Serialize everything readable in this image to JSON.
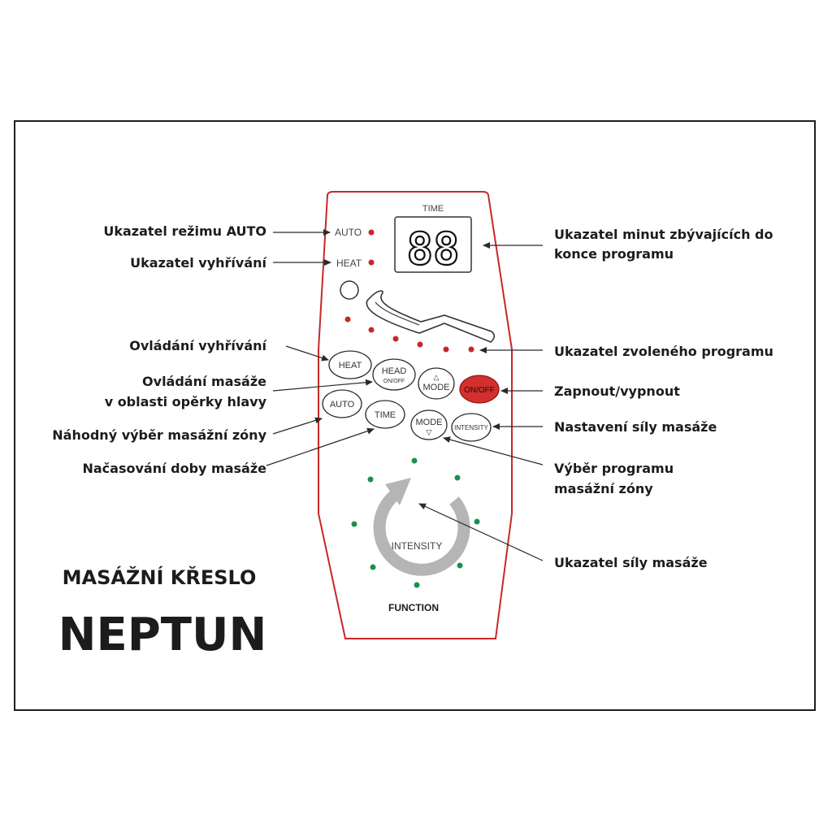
{
  "panel": {
    "time_label": "TIME",
    "display_digits": "88",
    "auto_label": "AUTO",
    "heat_label": "HEAT",
    "buttons": {
      "heat": "HEAT",
      "head_line1": "HEAD",
      "head_line2": "ON/OFF",
      "mode_up_arrow": "△",
      "mode_up": "MODE",
      "onoff": "ON/OFF",
      "auto": "AUTO",
      "time": "TIME",
      "mode_down": "MODE",
      "mode_down_arrow": "▽",
      "intensity": "INTENSITY"
    },
    "intensity_label": "INTENSITY",
    "function_label": "FUNCTION"
  },
  "callouts": {
    "auto_indicator": "Ukazatel režimu AUTO",
    "heat_indicator": "Ukazatel vyhřívání",
    "heat_control": "Ovládání vyhřívání",
    "head_control_line1": "Ovládání masáže",
    "head_control_line2": "v oblasti opěrky hlavy",
    "random_zone": "Náhodný výběr masážní zóny",
    "timer": "Načasování doby masáže",
    "minutes_line1": "Ukazatel minut zbývajících do",
    "minutes_line2": "konce programu",
    "program_indicator": "Ukazatel zvoleného programu",
    "power": "Zapnout/vypnout",
    "intensity_set": "Nastavení síly masáže",
    "program_select_line1": "Výběr programu",
    "program_select_line2": "masážní zóny",
    "intensity_indicator": "Ukazatel síly masáže"
  },
  "product": {
    "subtitle": "MASÁŽNÍ KŘESLO",
    "name": "NEPTUN"
  },
  "colors": {
    "outline_red": "#c62828",
    "led_red": "#c62828",
    "led_green": "#1f8f4c",
    "onoff_fill": "#d32f2f",
    "arrow_gray": "#b5b5b5"
  }
}
